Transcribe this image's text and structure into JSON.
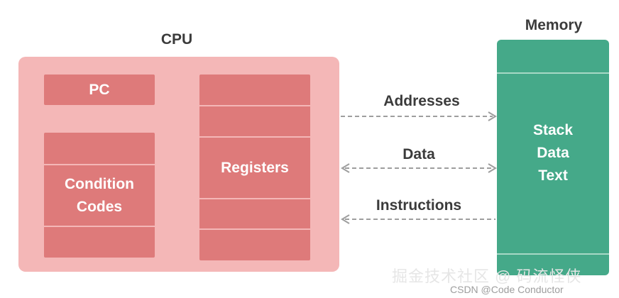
{
  "cpu": {
    "title": "CPU",
    "pc_label": "PC",
    "condition_codes_label": "Condition Codes",
    "registers_label": "Registers"
  },
  "memory": {
    "title": "Memory",
    "contents": [
      "Stack",
      "Data",
      "Text"
    ]
  },
  "links": [
    {
      "label": "Addresses",
      "direction": "cpu-to-memory"
    },
    {
      "label": "Data",
      "direction": "bidirectional"
    },
    {
      "label": "Instructions",
      "direction": "memory-to-cpu"
    }
  ],
  "watermark": {
    "main": "掘金技术社区 @ 码流怪侠",
    "sub": "CSDN @Code Conductor"
  },
  "colors": {
    "cpu_background": "#f4b7b7",
    "cpu_cells": "#de7a7a",
    "memory": "#45a989",
    "arrow": "#9e9e9e"
  }
}
